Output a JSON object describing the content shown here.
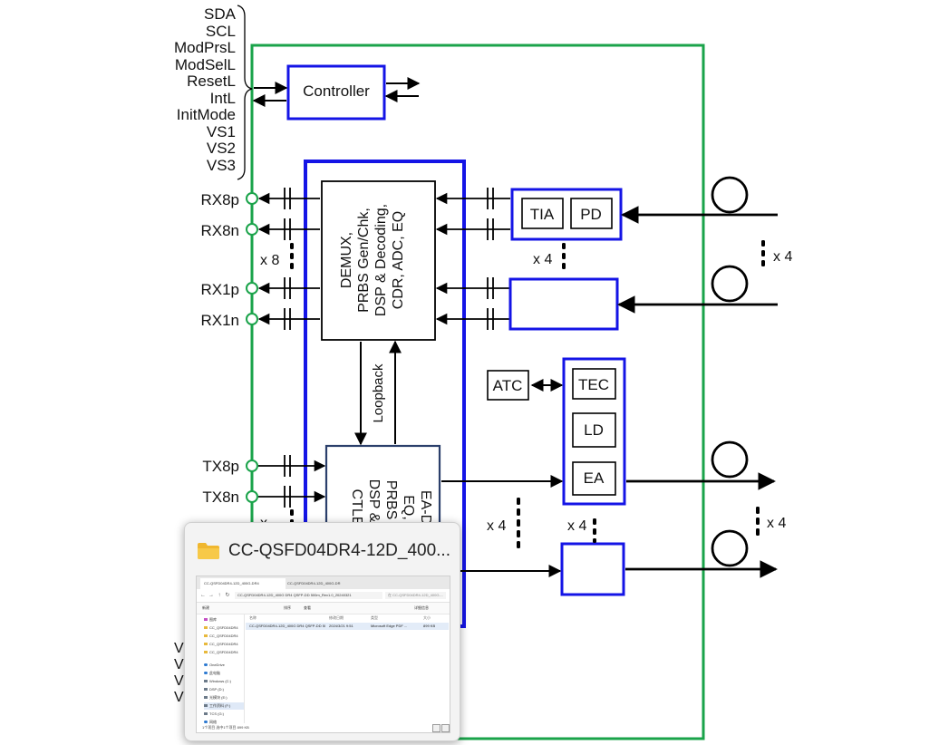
{
  "diagram": {
    "left_signals": [
      "SDA",
      "SCL",
      "ModPrsL",
      "ModSelL",
      "ResetL",
      "IntL",
      "InitMode",
      "VS1",
      "VS2",
      "VS3"
    ],
    "rx_pins": [
      "RX8p",
      "RX8n",
      "RX1p",
      "RX1n"
    ],
    "tx_pins": [
      "TX8p",
      "TX8n"
    ],
    "controller_label": "Controller",
    "demux_lines": [
      "DEMUX,",
      "PRBS Gen/Chk,",
      "DSP & Decoding,",
      "CDR, ADC, EQ"
    ],
    "tx_block_lines": [
      "EA-D",
      "EQ,",
      "PRBS G",
      "DSP & E",
      "CTLE"
    ],
    "loopback_label": "Loopback",
    "tia_label": "TIA",
    "pd_label": "PD",
    "atc_label": "ATC",
    "tec_label": "TEC",
    "ld_label": "LD",
    "ea_label": "EA",
    "mult_x8": "x 8",
    "mult_x4_rx_mid": "x 4",
    "mult_x4_rx_right": "x 4",
    "mult_x4_tx_left": "x 4",
    "mult_x4_tx_mid": "x 4",
    "mult_x4_tx_right": "x 4",
    "partial_x": "x",
    "partial_v": "V",
    "colors": {
      "module_border": "#1aa34a",
      "block_border": "#1414e6",
      "tx_block_border": "#2b3f6b",
      "line": "#000000"
    }
  },
  "thumbnail": {
    "title": "CC-QSFD04DR4-12D_400...",
    "active_tab": "CC-QSFD04DR4-12D_400G-DR4",
    "inactive_tab": "CC-QSFD04DR4-12D_400G-DR",
    "address_path": "CC-QSFD04DR4-12D_400G DR4 QSFP-DD 500m_Rev1.0_20240321",
    "search_placeholder": "在 CC-QSFD04DR4-12D_400G-...",
    "toolbar": [
      "新建",
      "排序",
      "查看",
      "详细信息"
    ],
    "sidebar_items": [
      "图库",
      "CC_QSFD04DR4",
      "CC_QSFD04DR4",
      "CC_QSFD04DR4",
      "CC_QSFD04DR4",
      "OneDrive",
      "此电脑",
      "Windows (C:)",
      "DSP (D:)",
      "光模块 (E:)",
      "工作资料 (F:)",
      "TCS (G:)",
      "网络"
    ],
    "columns": [
      "名称",
      "修改日期",
      "类型",
      "大小"
    ],
    "file_row": {
      "name": "CC-QSFD04DR4-12D_400G DR4 QSFP-DD 500m_Rev1.0.pdf",
      "date": "2024/3/21 9:51",
      "type": "Microsoft Edge PDF ...",
      "size": "899 KB"
    },
    "status": "1个项目    选中1个项目 899 KB"
  }
}
